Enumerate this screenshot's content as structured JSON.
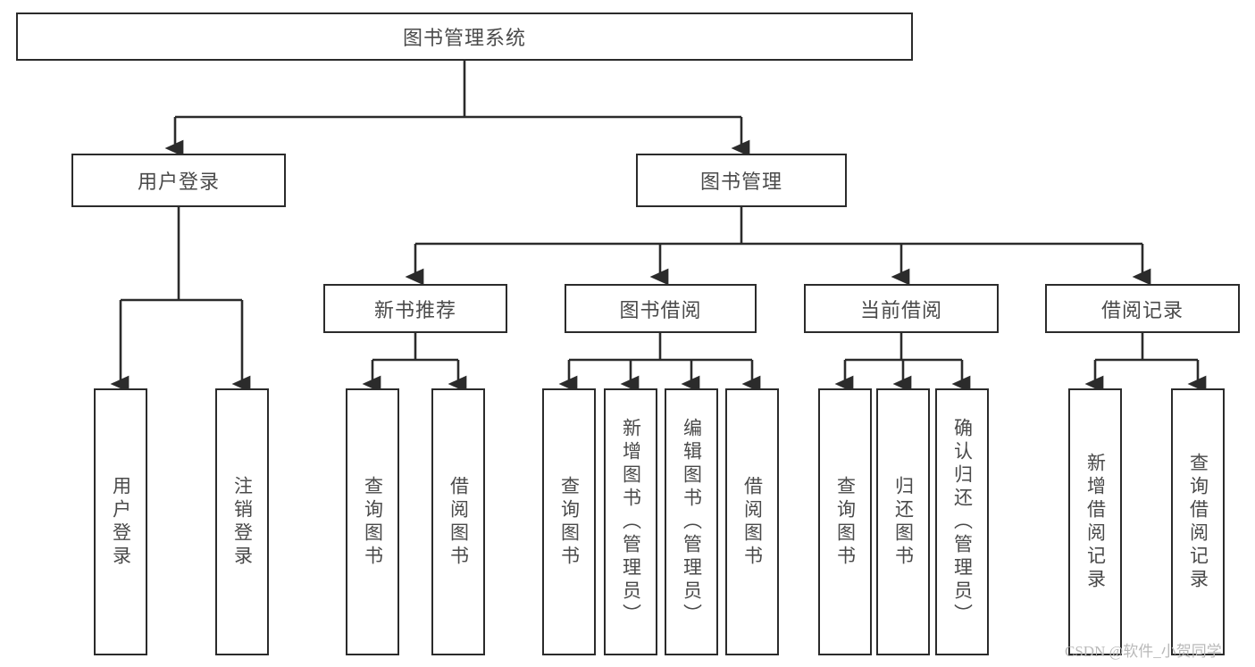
{
  "diagram": {
    "title": "图书管理系统",
    "type": "hierarchy-tree",
    "watermark": "CSDN @软件_小贺同学",
    "colors": {
      "stroke": "#2b2b2b",
      "fill": "#ffffff",
      "text": "#4a4a4a",
      "watermark": "#b9b9b9"
    },
    "root": {
      "label": "图书管理系统"
    },
    "level2": [
      {
        "label": "用户登录"
      },
      {
        "label": "图书管理"
      }
    ],
    "level3": [
      {
        "label": "新书推荐"
      },
      {
        "label": "图书借阅"
      },
      {
        "label": "当前借阅"
      },
      {
        "label": "借阅记录"
      }
    ],
    "leaves": {
      "user_login": [
        {
          "label": "用户登录"
        },
        {
          "label": "注销登录"
        }
      ],
      "new_book_recommend": [
        {
          "label": "查询图书"
        },
        {
          "label": "借阅图书"
        }
      ],
      "book_borrow": [
        {
          "label": "查询图书"
        },
        {
          "label": "新增图书（管理员）"
        },
        {
          "label": "编辑图书（管理员）"
        },
        {
          "label": "借阅图书"
        }
      ],
      "current_borrow": [
        {
          "label": "查询图书"
        },
        {
          "label": "归还图书"
        },
        {
          "label": "确认归还（管理员）"
        }
      ],
      "borrow_record": [
        {
          "label": "新增借阅记录"
        },
        {
          "label": "查询借阅记录"
        }
      ]
    }
  }
}
